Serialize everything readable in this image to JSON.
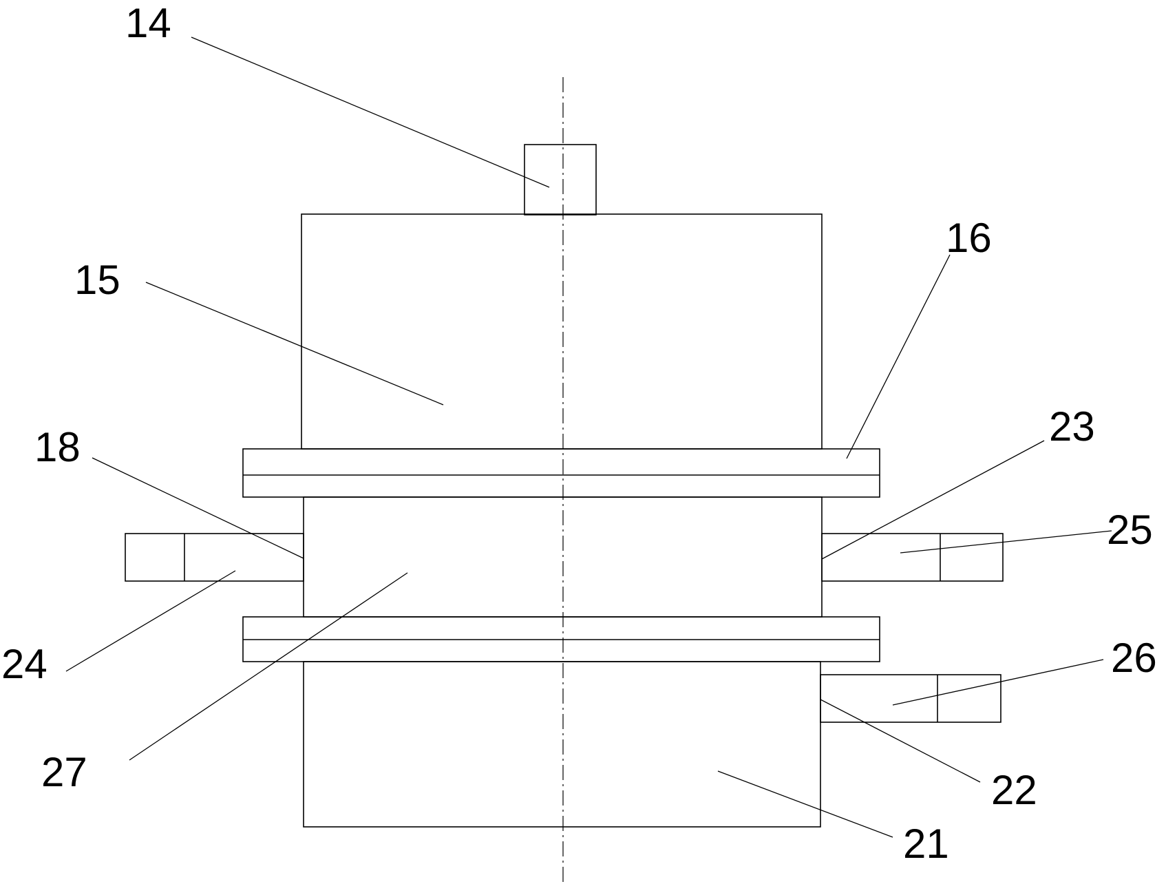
{
  "diagram": {
    "labels": {
      "l14": "14",
      "l15": "15",
      "l16": "16",
      "l18": "18",
      "l21": "21",
      "l22": "22",
      "l23": "23",
      "l24": "24",
      "l25": "25",
      "l26": "26",
      "l27": "27"
    }
  }
}
